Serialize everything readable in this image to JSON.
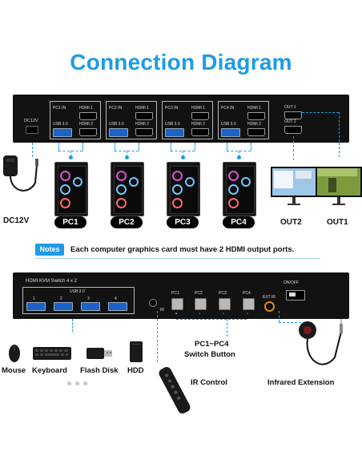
{
  "title": "Connection Diagram",
  "back_panel": {
    "dc_label": "DC12V",
    "groups": [
      {
        "name": "PC1 IN",
        "usb": "USB 3.0",
        "hdmi1": "HDMI 1",
        "hdmi2": "HDMI 2"
      },
      {
        "name": "PC2 IN",
        "usb": "USB 3.0",
        "hdmi1": "HDMI 1",
        "hdmi2": "HDMI 2"
      },
      {
        "name": "PC3 IN",
        "usb": "USB 3.0",
        "hdmi1": "HDMI 1",
        "hdmi2": "HDMI 2"
      },
      {
        "name": "PC4 IN",
        "usb": "USB 3.0",
        "hdmi1": "HDMI 1",
        "hdmi2": "HDMI 2"
      }
    ],
    "out1": "OUT 1",
    "out2": "OUT 2"
  },
  "devices": {
    "power": "DC12V",
    "pcs": [
      "PC1",
      "PC2",
      "PC3",
      "PC4"
    ],
    "out2": "OUT2",
    "out1": "OUT1"
  },
  "notes": {
    "badge": "Notes",
    "text": "Each computer graphics card must have 2 HDMI output ports."
  },
  "front_panel": {
    "model": "HDMI KVM Switch 4 x 2",
    "usb_label": "USB 3.0",
    "usb_ports": [
      "1",
      "2",
      "3",
      "4"
    ],
    "ir_label": "IR",
    "buttons": [
      "PC1",
      "PC2",
      "PC3",
      "PC4"
    ],
    "ext_ir": "EXT IR",
    "on_off": "ON/OFF"
  },
  "peripherals": {
    "mouse": "Mouse",
    "keyboard": "Keyboard",
    "flash_disk": "Flash Disk",
    "hdd": "HDD"
  },
  "switch_label": {
    "line1": "PC1~PC4",
    "line2": "Switch Button"
  },
  "ir_control": "IR Control",
  "infrared_extension": "Infrared Extension",
  "colors": {
    "accent": "#1e9be6",
    "usb_blue": "#1b62c9",
    "panel": "#121212"
  }
}
